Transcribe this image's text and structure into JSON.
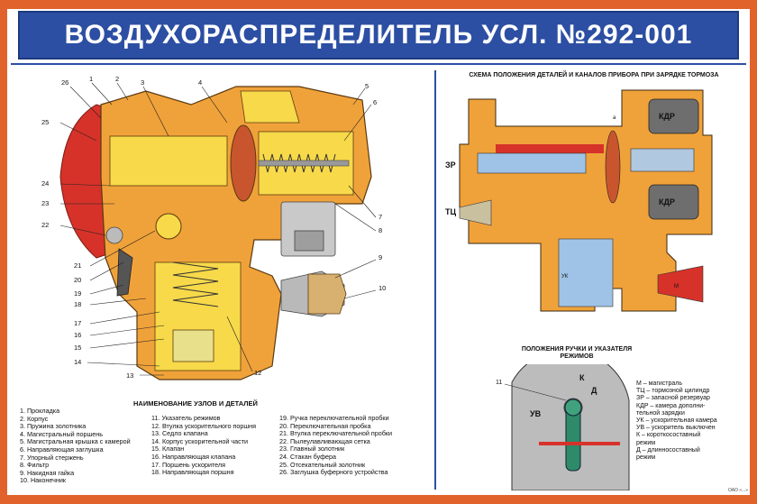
{
  "title": "ВОЗДУХОРАСПРЕДЕЛИТЕЛЬ УСЛ. №292-001",
  "legend_heading": "НАИМЕНОВАНИЕ УЗЛОВ И ДЕТАЛЕЙ",
  "legend": {
    "col1": [
      "1. Прокладка",
      "2. Корпус",
      "3. Пружина золотника",
      "4. Магистральный поршень",
      "5. Магистральная крышка с камерой",
      "6. Направляющая заглушка",
      "7. Упорный стержень",
      "8. Фильтр",
      "9. Накидная гайка",
      "10. Наконечник"
    ],
    "col2": [
      "11. Указатель режимов",
      "12. Втулка ускорительного поршня",
      "13. Седло клапана",
      "14. Корпус ускорительной части",
      "15. Клапан",
      "16. Направляющая клапана",
      "17. Поршень ускорителя",
      "18. Направляющая поршня"
    ],
    "col3": [
      "19. Ручка переключательной пробки",
      "20. Переключательная пробка",
      "21. Втулка переключательной пробки",
      "22. Пылеулавливающая сетка",
      "23. Главный золотник",
      "24. Стакан буфера",
      "25. Отсекательный золотник",
      "26. Заглушка буферного устройства"
    ]
  },
  "callouts_left": [
    "26",
    "1",
    "2",
    "3",
    "4",
    "5",
    "6",
    "7",
    "8",
    "9",
    "10",
    "12",
    "13",
    "14",
    "15",
    "16",
    "17",
    "18",
    "19",
    "20",
    "21",
    "22",
    "23",
    "24",
    "25"
  ],
  "schema_heading": "СХЕМА ПОЛОЖЕНИЯ ДЕТАЛЕЙ И КАНАЛОВ ПРИБОРА ПРИ ЗАРЯДКЕ ТОРМОЗА",
  "schema_labels": {
    "zr": "ЗР",
    "tc": "ТЦ",
    "kdr1": "КДР",
    "kdr2": "КДР",
    "m": "М",
    "uk": "УК",
    "a": "а"
  },
  "positions_heading": "ПОЛОЖЕНИЯ РУЧКИ И УКАЗАТЕЛЯ РЕЖИМОВ",
  "positions_labels": {
    "callout": "11",
    "k": "К",
    "d": "Д",
    "uv": "УВ"
  },
  "abbreviations": [
    "М – магистраль",
    "ТЦ – тормозной цилиндр",
    "ЗР – запасной резервуар",
    "КДР – камера дополни-",
    "тельной зарядки",
    "УК – ускорительная камера",
    "УВ – ускоритель выключен",
    "К – короткосоставный",
    "режим",
    "Д – длинносоставный",
    "режим"
  ],
  "logo_text": "ОАО «...»",
  "colors": {
    "frame": "#e2622b",
    "title_bar": "#2c4fa3",
    "body_orange": "#f0a23a",
    "cavity_yellow": "#f7d94a",
    "gray_metal": "#bdbdbd",
    "red": "#d6322a"
  }
}
